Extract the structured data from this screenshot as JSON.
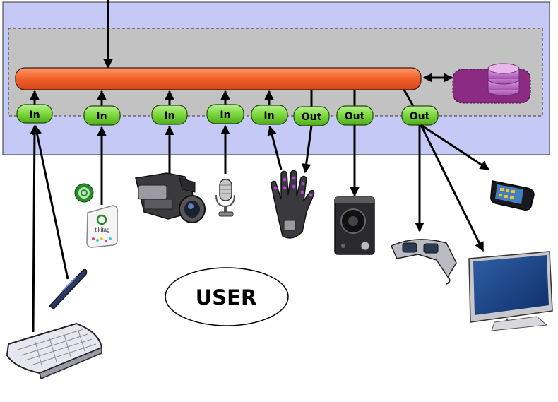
{
  "colors": {
    "system_bg": "#c5c9f5",
    "inner_bg": "#c2c2c2",
    "bus": "#f0602a",
    "port": "#7ad83a",
    "storage": "#8a2a80"
  },
  "ports": [
    {
      "label": "In"
    },
    {
      "label": "In"
    },
    {
      "label": "In"
    },
    {
      "label": "In"
    },
    {
      "label": "In"
    },
    {
      "label": "Out"
    },
    {
      "label": "Out"
    },
    {
      "label": "Out"
    }
  ],
  "devices": [
    {
      "icon": "keyboard-icon"
    },
    {
      "icon": "digital-pen-icon"
    },
    {
      "icon": "tikitag-rfid-reader-icon",
      "label": "tikitag"
    },
    {
      "icon": "video-camera-icon"
    },
    {
      "icon": "microphone-icon"
    },
    {
      "icon": "data-glove-icon"
    },
    {
      "icon": "speaker-icon"
    },
    {
      "icon": "video-glasses-icon"
    },
    {
      "icon": "smartphone-icon"
    },
    {
      "icon": "monitor-icon"
    }
  ],
  "user": {
    "label": "USER"
  },
  "storage": {
    "icon": "database-icon"
  }
}
